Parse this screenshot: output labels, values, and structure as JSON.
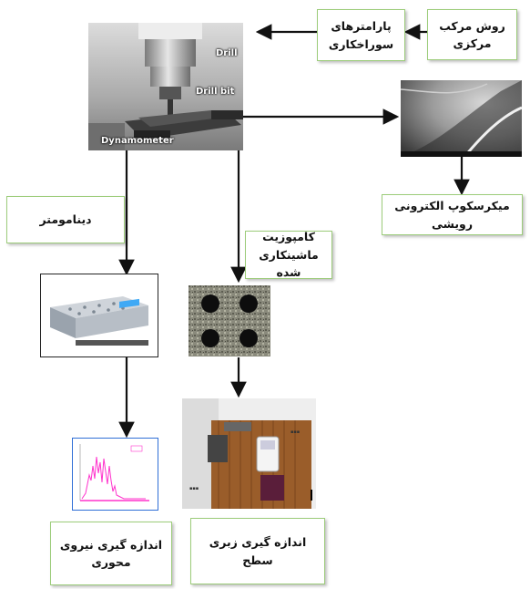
{
  "boxes": {
    "center_roughness": "روش مرکب\nمرکزی",
    "drilling_params": "پارامترهای\nسوراخکاری",
    "sem": "میکرسکوپ الکترونی رویشی",
    "dynamometer": "دینامومتر",
    "machined_composite": "کامپوزیت\nماشینکاری شده",
    "axial_force": "اندازه گیری نیروی\nمحوری",
    "surface_roughness": "اندازه گیری زبری سطح"
  },
  "photo_labels": {
    "drill": "Drill",
    "drill_bit": "Drill bit",
    "dynamometer": "Dynamometer"
  },
  "colors": {
    "box_border": "#9ccc7a",
    "arrow": "#111111",
    "signal": "#ff33cc",
    "chart_frame": "#2f6fd6"
  }
}
